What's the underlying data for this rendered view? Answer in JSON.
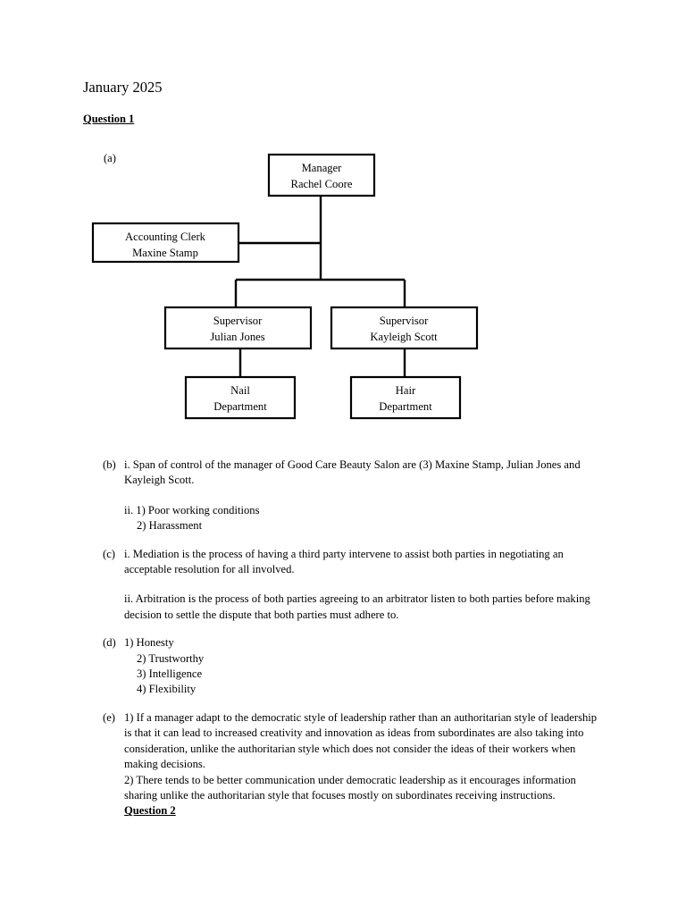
{
  "document": {
    "title": "January 2025",
    "question_heading": "Question 1",
    "trailing_heading": "Question 2"
  },
  "chart_data": {
    "type": "diagram",
    "diagram_kind": "organization-chart",
    "label": "(a)",
    "title": "",
    "nodes": [
      {
        "id": "manager",
        "line1": "Manager",
        "line2": "Rachel Coore",
        "level": 0
      },
      {
        "id": "accounting-clerk",
        "line1": "Accounting Clerk",
        "line2": "Maxine Stamp",
        "level": 1,
        "relation": "staff"
      },
      {
        "id": "supervisor-left",
        "line1": "Supervisor",
        "line2": "Julian Jones",
        "level": 2
      },
      {
        "id": "supervisor-right",
        "line1": "Supervisor",
        "line2": "Kayleigh Scott",
        "level": 2
      },
      {
        "id": "nail-department",
        "line1": "Nail",
        "line2": "Department",
        "level": 3
      },
      {
        "id": "hair-department",
        "line1": "Hair",
        "line2": "Department",
        "level": 3
      }
    ],
    "edges": [
      {
        "from": "manager",
        "to": "accounting-clerk",
        "style": "staff-lateral"
      },
      {
        "from": "manager",
        "to": "supervisor-left",
        "style": "line"
      },
      {
        "from": "manager",
        "to": "supervisor-right",
        "style": "line"
      },
      {
        "from": "supervisor-left",
        "to": "nail-department",
        "style": "line"
      },
      {
        "from": "supervisor-right",
        "to": "hair-department",
        "style": "line"
      }
    ]
  },
  "answers": [
    {
      "tag": "(b)",
      "paragraphs": [
        "i. Span of control of the manager of Good Care Beauty Salon are (3) Maxine Stamp, Julian Jones and Kayleigh Scott.",
        "ii. 1) Poor working conditions",
        "2) Harassment"
      ]
    },
    {
      "tag": "(c)",
      "paragraphs": [
        "i. Mediation is the process of having a third party intervene to assist both parties in negotiating an acceptable resolution for all involved.",
        "ii. Arbitration is the process of both parties agreeing to an arbitrator listen to both parties before making decision to settle the dispute that both parties must adhere to."
      ]
    },
    {
      "tag": "(d)",
      "paragraphs": [
        "1) Honesty",
        "2) Trustworthy",
        "3) Intelligence",
        "4) Flexibility"
      ]
    },
    {
      "tag": "(e)",
      "paragraphs": [
        "1) If a manager adapt to the democratic style of leadership rather than an authoritarian style of leadership is that it can lead to increased creativity and innovation as ideas from subordinates are also taking into consideration, unlike the authoritarian style which does not consider the ideas of their workers when making decisions.",
        "2) There tends to be better communication under democratic leadership as it encourages information sharing unlike the authoritarian style that focuses mostly on subordinates receiving instructions."
      ]
    }
  ]
}
